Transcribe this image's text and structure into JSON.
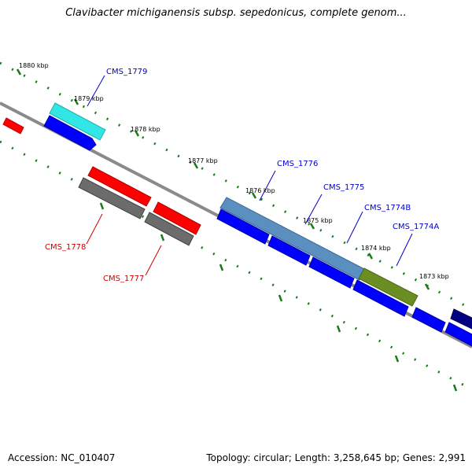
{
  "title": "Clavibacter michiganensis subsp. sepedonicus, complete genom...",
  "footer": {
    "accession": "Accession: NC_010407",
    "summary": "Topology: circular; Length: 3,258,645 bp; Genes: 2,991"
  },
  "scale_ticks": [
    {
      "label": "1880 kbp"
    },
    {
      "label": "1879 kbp"
    },
    {
      "label": "1878 kbp"
    },
    {
      "label": "1877 kbp"
    },
    {
      "label": "1876 kbp"
    },
    {
      "label": "1875 kbp"
    },
    {
      "label": "1874 kbp"
    },
    {
      "label": "1873 kbp"
    }
  ],
  "gene_labels": [
    {
      "text": "CMS_1779",
      "color": "#0000cc"
    },
    {
      "text": "CMS_1776",
      "color": "#0000cc"
    },
    {
      "text": "CMS_1775",
      "color": "#0000cc"
    },
    {
      "text": "CMS_1774B",
      "color": "#0000cc"
    },
    {
      "text": "CMS_1774A",
      "color": "#0000cc"
    },
    {
      "text": "CMS_1778",
      "color": "#cc0000"
    },
    {
      "text": "CMS_1777",
      "color": "#cc0000"
    }
  ],
  "colors": {
    "cds": "#0000ff",
    "gene_red": "#ff0000",
    "pseudo_gray": "#707070",
    "cyan": "#33e6e6",
    "steelblue": "#5b8fc0",
    "olive": "#6b8e23",
    "navy": "#000080",
    "backbone": "#808080",
    "dots": "#1a7a1a"
  }
}
